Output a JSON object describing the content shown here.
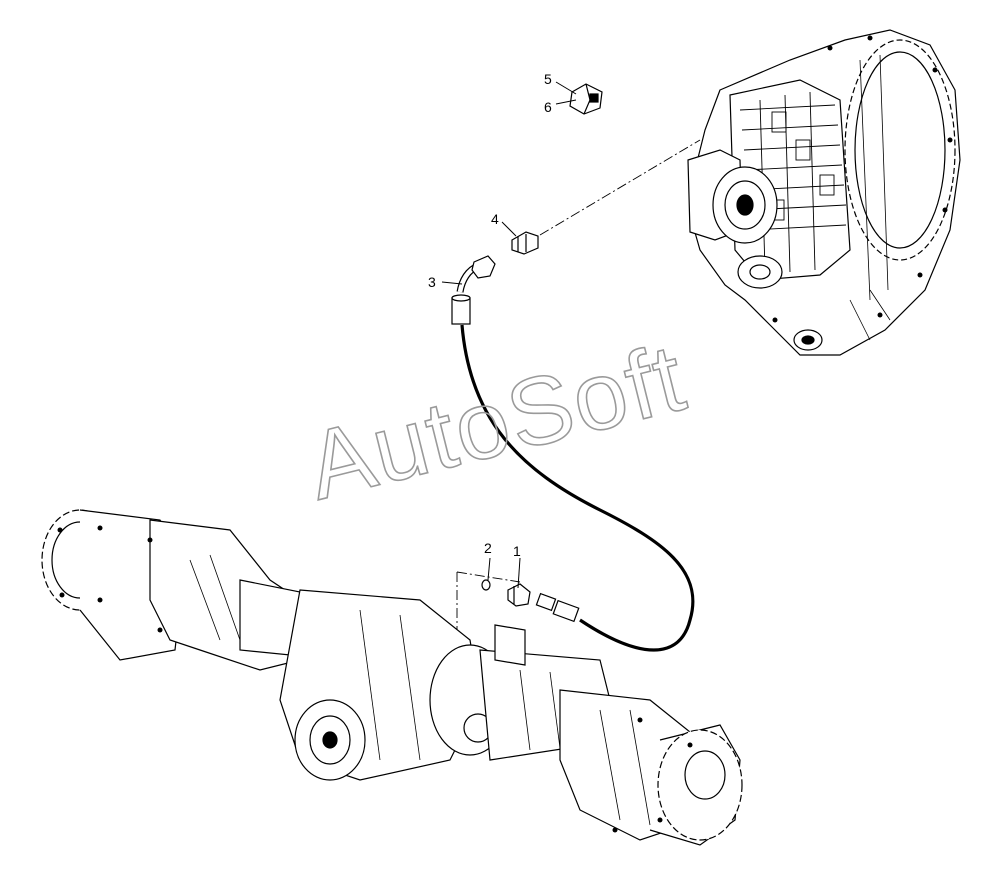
{
  "diagram": {
    "callouts": [
      {
        "id": "1",
        "label": "1"
      },
      {
        "id": "2",
        "label": "2"
      },
      {
        "id": "3",
        "label": "3"
      },
      {
        "id": "4",
        "label": "4"
      },
      {
        "id": "5",
        "label": "5"
      },
      {
        "id": "6",
        "label": "6"
      }
    ],
    "watermark": "AutoSoft",
    "colors": {
      "line": "#000000",
      "watermark": "#9a9a9a",
      "background": "#ffffff"
    }
  }
}
